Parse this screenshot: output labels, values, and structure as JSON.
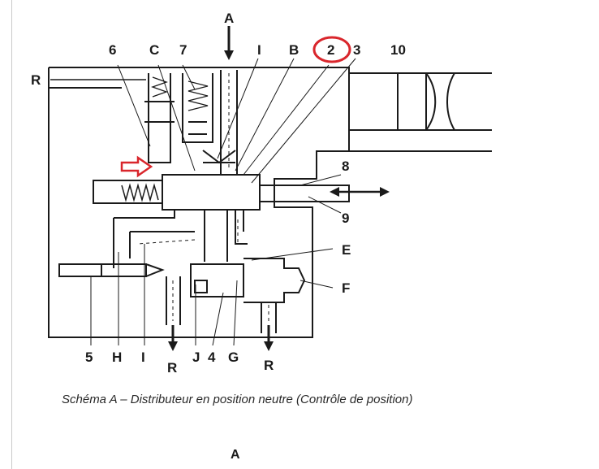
{
  "labels": {
    "A": "A",
    "R_left": "R",
    "n6": "6",
    "C": "C",
    "n7": "7",
    "I_top": "I",
    "B": "B",
    "n2": "2",
    "n3": "3",
    "n10": "10",
    "n8": "8",
    "n9": "9",
    "E": "E",
    "F": "F",
    "n5": "5",
    "H": "H",
    "I_bottom": "I",
    "R_bottom_1": "R",
    "J": "J",
    "n4": "4",
    "G": "G",
    "R_bottom_2": "R"
  },
  "caption": "Schéma A – Distributeur en position neutre (Contrôle de position)",
  "footer": "A",
  "colors": {
    "ink": "#1a1a1a",
    "highlight": "#d9262c",
    "background": "#ffffff"
  },
  "icons": {
    "highlight_marker": "circle-marker",
    "pointer": "hollow-arrow-right"
  }
}
